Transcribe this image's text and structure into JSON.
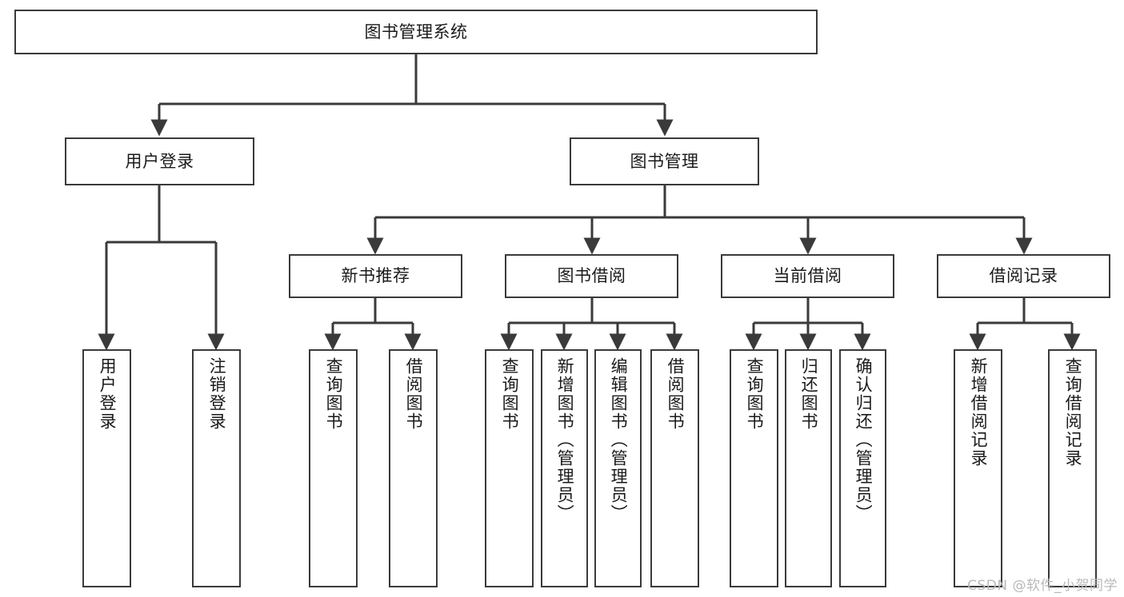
{
  "diagram": {
    "title": "图书管理系统",
    "type": "tree-hierarchy-diagram",
    "colors": {
      "box_border": "#3a3a3a",
      "connector": "#3a3a3a",
      "background": "#ffffff",
      "text": "#1a1a1a",
      "watermark": "#b9b9b9"
    },
    "root": {
      "label": "图书管理系统"
    },
    "level2": [
      {
        "label": "用户登录"
      },
      {
        "label": "图书管理"
      }
    ],
    "level3": [
      {
        "label": "新书推荐"
      },
      {
        "label": "图书借阅"
      },
      {
        "label": "当前借阅"
      },
      {
        "label": "借阅记录"
      }
    ],
    "leaves": {
      "user_login": [
        {
          "label": "用户登录"
        },
        {
          "label": "注销登录"
        }
      ],
      "new_book_recommend": [
        {
          "label": "查询图书"
        },
        {
          "label": "借阅图书"
        }
      ],
      "book_borrow": [
        {
          "label": "查询图书"
        },
        {
          "label": "新增图书（管理员）"
        },
        {
          "label": "编辑图书（管理员）"
        },
        {
          "label": "借阅图书"
        }
      ],
      "current_borrow": [
        {
          "label": "查询图书"
        },
        {
          "label": "归还图书"
        },
        {
          "label": "确认归还（管理员）"
        }
      ],
      "borrow_record": [
        {
          "label": "新增借阅记录"
        },
        {
          "label": "查询借阅记录"
        }
      ]
    }
  },
  "watermark": {
    "text": "CSDN @软件_小贺同学"
  }
}
